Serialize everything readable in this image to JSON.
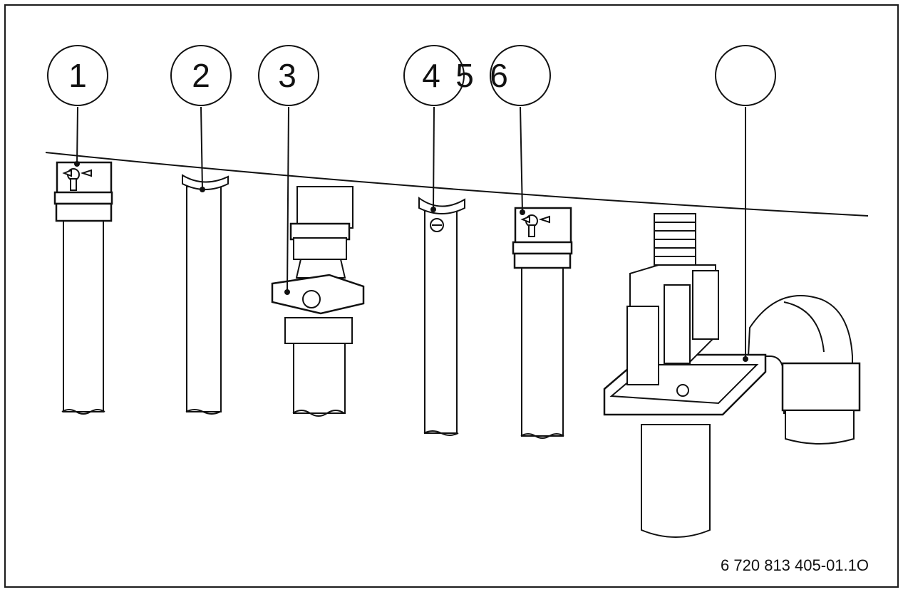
{
  "diagram": {
    "callouts": [
      {
        "id": "1",
        "label": "1"
      },
      {
        "id": "2",
        "label": "2"
      },
      {
        "id": "3",
        "label": "3"
      },
      {
        "id": "4",
        "label": "4"
      },
      {
        "id": "5",
        "label": "5"
      },
      {
        "id": "6",
        "label": "6"
      },
      {
        "id": "7",
        "label": ""
      }
    ],
    "figure_code": "6 720 813 405-01.1O"
  }
}
